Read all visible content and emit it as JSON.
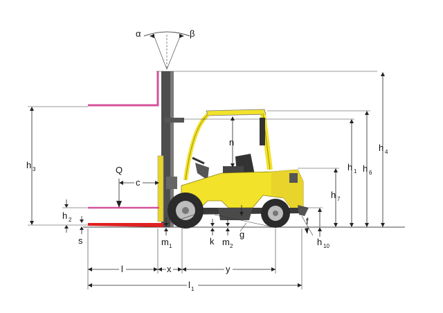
{
  "labels": {
    "alpha": "α",
    "beta": "β",
    "h4": {
      "main": "h",
      "sub": "4"
    },
    "h6": {
      "main": "h",
      "sub": "6"
    },
    "h1": {
      "main": "h",
      "sub": "1"
    },
    "h7": {
      "main": "h",
      "sub": "7"
    },
    "h3": {
      "main": "h",
      "sub": "3"
    },
    "h2": {
      "main": "h",
      "sub": "2"
    },
    "h10": {
      "main": "h",
      "sub": "10"
    },
    "s": "s",
    "n": "n",
    "Q": "Q",
    "c": "c",
    "f": "f",
    "g": "g",
    "k": "k",
    "m1": {
      "main": "m",
      "sub": "1"
    },
    "m2": {
      "main": "m",
      "sub": "2"
    },
    "l": "l",
    "x": "x",
    "y": "y",
    "l1": {
      "main": "l",
      "sub": "1"
    }
  },
  "colors": {
    "body": "#f2e22a",
    "body_shade": "#c9b81a",
    "dark": "#3a3a3a",
    "mast": "#555555",
    "tire": "#2b2b2b",
    "rim": "#bdbdbd",
    "fork_raised": "#d4529a",
    "fork_lowered": "#e02020",
    "carriage": "#e8d42a"
  }
}
